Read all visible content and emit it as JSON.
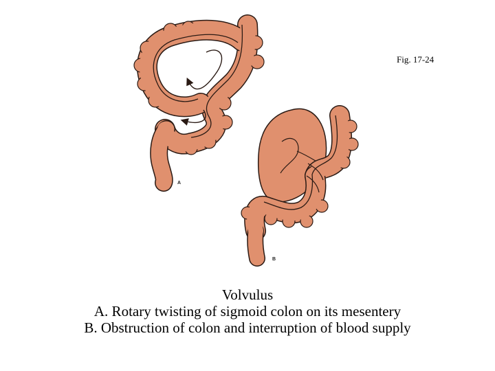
{
  "figure": {
    "label": "Fig. 17-24"
  },
  "panels": [
    {
      "letter": "A"
    },
    {
      "letter": "B"
    }
  ],
  "caption": {
    "title": "Volvulus",
    "line_a": "A. Rotary twisting of sigmoid colon on its mesentery",
    "line_b": "B. Obstruction of colon and interruption of blood supply"
  },
  "colors": {
    "colon_fill": "#E0906E",
    "outline": "#2a1a14",
    "background": "#FFFFFF"
  }
}
